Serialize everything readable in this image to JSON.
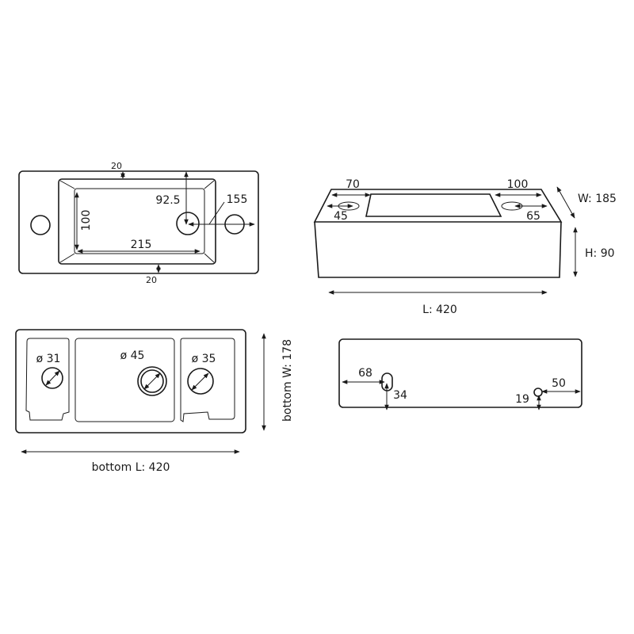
{
  "top_view": {
    "margin_top": "20",
    "margin_bottom": "20",
    "drain_offset": "92.5",
    "tap_hole_offset": "155",
    "basin_width": "100",
    "basin_length": "215"
  },
  "perspective_view": {
    "left_deck": "70",
    "right_deck": "100",
    "left_hole": "45",
    "right_hole": "65",
    "width": "W: 185",
    "height": "H: 90",
    "length": "L: 420"
  },
  "bottom_view": {
    "left_hole_diameter": "ø 31",
    "drain_diameter": "ø 45",
    "right_hole_diameter": "ø 35",
    "bottom_width": "bottom W: 178",
    "bottom_length": "bottom L: 420"
  },
  "side_view": {
    "slot_offset": "68",
    "slot_height": "34",
    "hole_height": "19",
    "hole_offset": "50"
  }
}
